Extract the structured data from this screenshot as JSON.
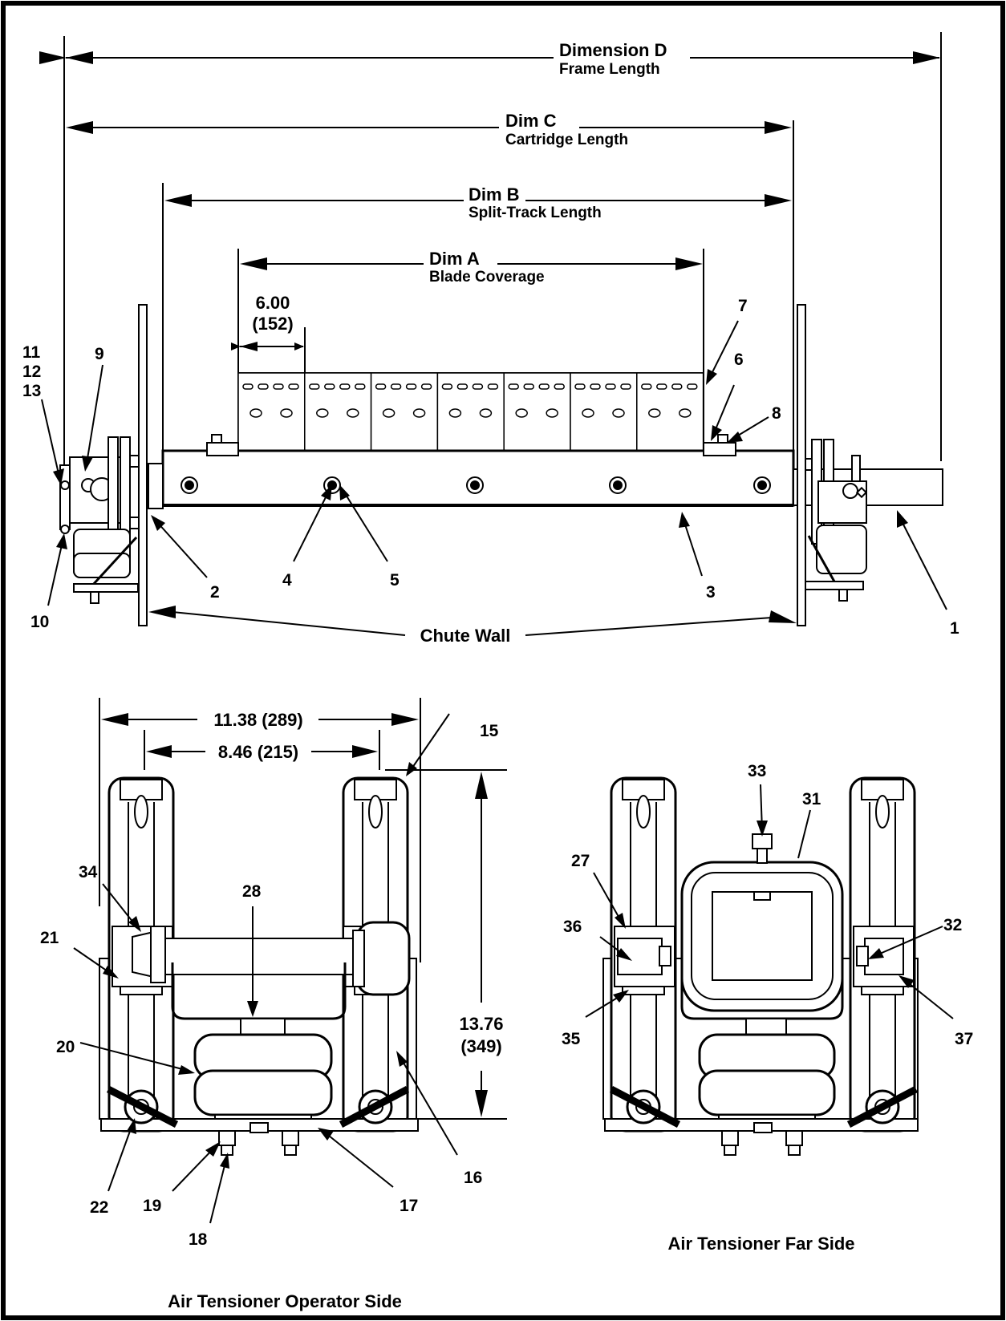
{
  "dimensions": {
    "dim_d": {
      "title": "Dimension D",
      "sub": "Frame Length"
    },
    "dim_c": {
      "title": "Dim C",
      "sub": "Cartridge Length"
    },
    "dim_b": {
      "title": "Dim B",
      "sub": "Split-Track Length"
    },
    "dim_a": {
      "title": "Dim A",
      "sub": "Blade Coverage"
    },
    "blade_width": {
      "value": "6.00",
      "metric": "(152)"
    },
    "chute_wall": "Chute Wall",
    "width_outer": "11.38 (289)",
    "width_inner": "8.46 (215)",
    "height": {
      "value": "13.76",
      "metric": "(349)"
    }
  },
  "callouts": {
    "c1": "1",
    "c2": "2",
    "c3": "3",
    "c4": "4",
    "c5": "5",
    "c6": "6",
    "c7": "7",
    "c8": "8",
    "c9": "9",
    "c10": "10",
    "c11": "11",
    "c12": "12",
    "c13": "13",
    "c15": "15",
    "c16": "16",
    "c17": "17",
    "c18": "18",
    "c19": "19",
    "c20": "20",
    "c21": "21",
    "c22": "22",
    "c27": "27",
    "c28": "28",
    "c31": "31",
    "c32": "32",
    "c33": "33",
    "c34": "34",
    "c35": "35",
    "c36": "36",
    "c37": "37"
  },
  "captions": {
    "operator_side": "Air Tensioner Operator Side",
    "far_side": "Air Tensioner Far Side"
  }
}
